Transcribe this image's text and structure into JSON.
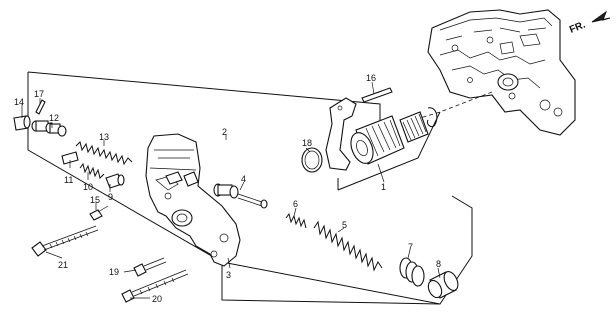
{
  "diagram": {
    "direction_label": "FR.",
    "callouts": [
      "1",
      "2",
      "3",
      "4",
      "5",
      "6",
      "7",
      "8",
      "9",
      "10",
      "11",
      "12",
      "13",
      "14",
      "15",
      "16",
      "17",
      "18",
      "19",
      "20",
      "21"
    ]
  }
}
